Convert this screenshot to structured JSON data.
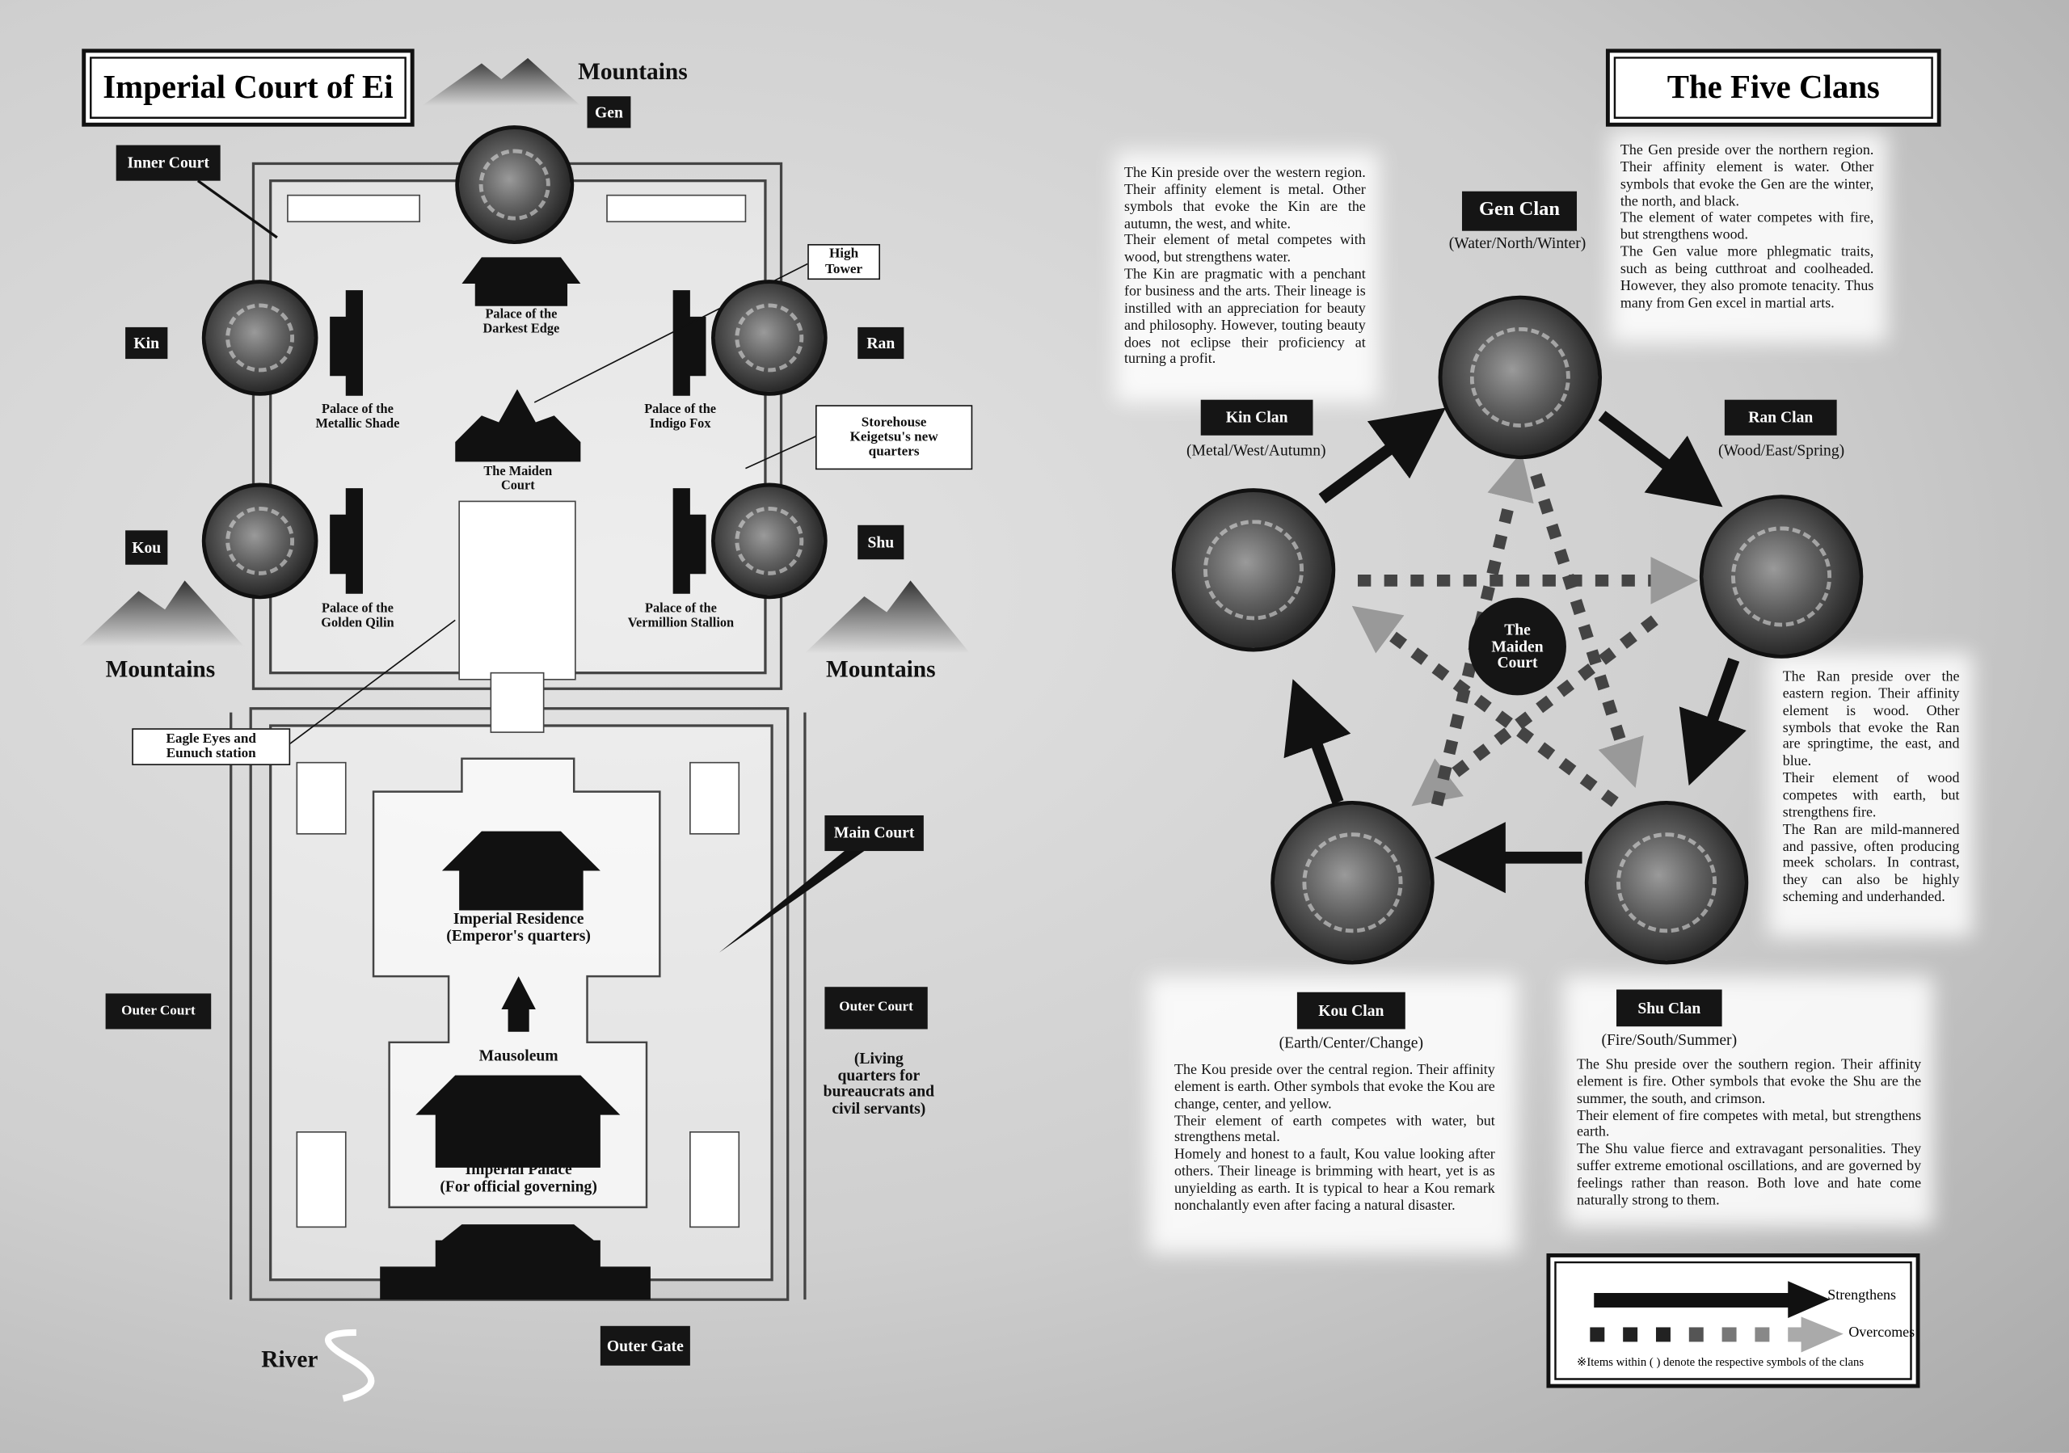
{
  "map": {
    "title": "Imperial Court of Ei",
    "mountains_label": "Mountains",
    "gates": {
      "gen": "Gen",
      "kin": "Kin",
      "ran": "Ran",
      "kou": "Kou",
      "shu": "Shu"
    },
    "inner_court": "Inner Court",
    "high_tower": "High\nTower",
    "storehouse": "Storehouse\nKeigetsu's new\nquarters",
    "eagle_eyes": "Eagle Eyes and\nEunuch station",
    "palaces": {
      "darkest_edge": "Palace of the\nDarkest Edge",
      "metallic_shade": "Palace of the\nMetallic Shade",
      "indigo_fox": "Palace of the\nIndigo Fox",
      "maiden_court": "The Maiden\nCourt",
      "golden_qilin": "Palace of the\nGolden Qilin",
      "vermillion_stallion": "Palace of the\nVermillion Stallion"
    },
    "main_court": "Main Court",
    "outer_court": "Outer Court",
    "outer_court_note": "(Living\nquarters for\nbureaucrats and\ncivil servants)",
    "imperial_residence": "Imperial Residence\n(Emperor's quarters)",
    "mausoleum": "Mausoleum",
    "imperial_palace": "Imperial Palace\n(For official governing)",
    "outer_gate": "Outer Gate",
    "river": "River"
  },
  "clans_page": {
    "title": "The Five Clans",
    "center": "The\nMaiden\nCourt",
    "clans": [
      {
        "name": "Gen Clan",
        "symbols": "(Water/North/Winter)",
        "description": "The Gen preside over the northern region. Their affinity element is water. Other symbols that evoke the Gen are the winter, the north, and black.\nThe element of water competes with fire, but strengthens wood.\nThe Gen value more phlegmatic traits, such as being cutthroat and coolheaded. However, they also promote tenacity. Thus many from Gen excel in martial arts."
      },
      {
        "name": "Kin Clan",
        "symbols": "(Metal/West/Autumn)",
        "description": "The Kin preside over the western region. Their affinity element is metal. Other symbols that evoke the Kin are the autumn, the west, and white.\nTheir element of metal competes with wood, but strengthens water.\nThe Kin are pragmatic with a penchant for business and the arts. Their lineage is instilled with an appreciation for beauty and philosophy. However, touting beauty does not eclipse their proficiency at turning a profit."
      },
      {
        "name": "Ran Clan",
        "symbols": "(Wood/East/Spring)",
        "description": "The Ran preside over the eastern region. Their affinity element is wood. Other symbols that evoke the Ran are springtime, the east, and blue.\nTheir element of wood competes with earth, but strengthens fire.\nThe Ran are mild-mannered and passive, often producing meek scholars. In contrast, they can also be highly scheming and underhanded."
      },
      {
        "name": "Kou Clan",
        "symbols": "(Earth/Center/Change)",
        "description": "The Kou preside over the central region. Their affinity element is earth. Other symbols that evoke the Kou are change, center, and yellow.\nTheir element of earth competes with water, but strengthens metal.\nHomely and honest to a fault, Kou value looking after others. Their lineage is brimming with heart, yet is as unyielding as earth. It is typical to hear a Kou remark nonchalantly even after facing a natural disaster."
      },
      {
        "name": "Shu Clan",
        "symbols": "(Fire/South/Summer)",
        "description": "The Shu preside over the southern region. Their affinity element is fire. Other symbols that evoke the Shu are the summer, the south, and crimson.\nTheir element of fire competes with metal, but strengthens earth.\nThe Shu value fierce and extravagant personalities. They suffer extreme emotional oscillations, and are governed by feelings rather than reason. Both love and hate come naturally strong to them."
      }
    ],
    "legend": {
      "strengthens": "Strengthens",
      "overcomes": "Overcomes",
      "note": "※Items within ( ) denote the respective symbols of the clans"
    }
  }
}
